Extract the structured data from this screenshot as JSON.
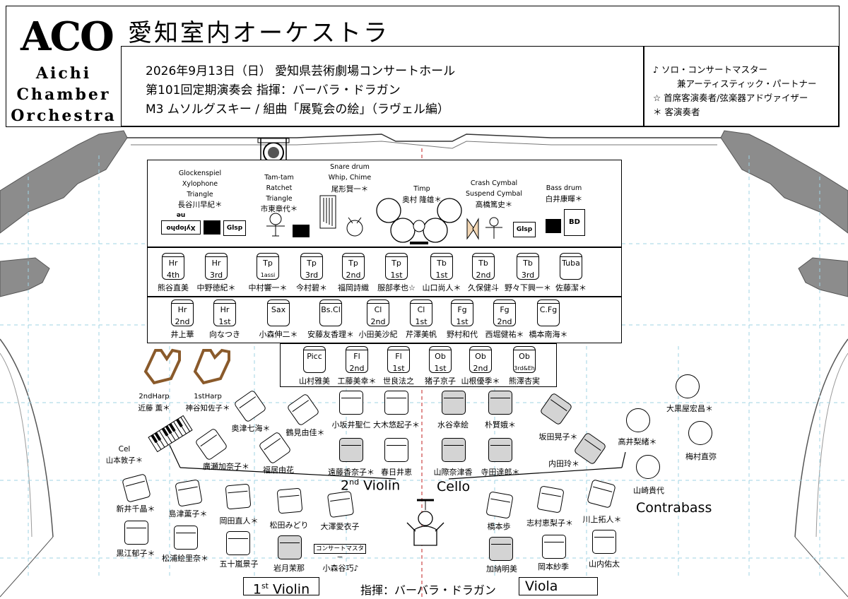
{
  "header": {
    "logo_mark": "ACO",
    "logo_lines": [
      "Aichi",
      "Chamber",
      "Orchestra"
    ],
    "title": "愛知室内オーケストラ",
    "info": [
      "2026年9月13日（日）  愛知県芸術劇場コンサートホール",
      "第101回定期演奏会  指揮：バーバラ・ドラガン",
      "M3 ムソルグスキー / 組曲「展覧会の絵」（ラヴェル編）"
    ],
    "legend": [
      "♪  ソロ・コンサートマスター",
      "兼アーティスティック・パートナー",
      "☆  首席客演奏者/弦楽器アドヴァイザー",
      "＊  客演奏者"
    ]
  },
  "percussion": [
    {
      "lines": [
        "Glockenspiel",
        "Xylophone",
        "Triangle"
      ],
      "name": "長谷川早紀＊"
    },
    {
      "lines": [
        "Tam-tam",
        "Ratchet",
        "Triangle"
      ],
      "name": "市東章代＊"
    },
    {
      "lines": [
        "Snare drum",
        "Whip, Chime"
      ],
      "name": "尾形賢一＊"
    },
    {
      "lines": [
        "Timp"
      ],
      "name": "奥村 隆雄＊"
    },
    {
      "lines": [
        "Crash Cymbal",
        "Suspend Cymbal"
      ],
      "name": "高橋篤史＊"
    },
    {
      "lines": [
        "Bass drum"
      ],
      "name": "白井康暉＊"
    }
  ],
  "perc_boxes": {
    "glsp1": "Glsp",
    "glsp2": "Glsp",
    "bd": "BD",
    "xylo": "Xylopho ne"
  },
  "brass": [
    {
      "part": [
        "Hr",
        "4th"
      ],
      "name": "熊谷直美"
    },
    {
      "part": [
        "Hr",
        "3rd"
      ],
      "name": "中野徳紀＊"
    },
    {
      "part": [
        "Tp",
        "1assi"
      ],
      "name": "中村響一＊"
    },
    {
      "part": [
        "Tp",
        "3rd"
      ],
      "name": "今村碧＊"
    },
    {
      "part": [
        "Tp",
        "2nd"
      ],
      "name": "福岡詩織"
    },
    {
      "part": [
        "Tp",
        "1st"
      ],
      "name": "服部孝也☆"
    },
    {
      "part": [
        "Tb",
        "1st"
      ],
      "name": "山口尚人＊"
    },
    {
      "part": [
        "Tb",
        "2nd"
      ],
      "name": "久保健斗"
    },
    {
      "part": [
        "Tb",
        "3rd"
      ],
      "name": "野々下興一＊"
    },
    {
      "part": [
        "Tuba",
        ""
      ],
      "name": "佐藤潔＊"
    }
  ],
  "winds2": [
    {
      "part": [
        "Hr",
        "2nd"
      ],
      "name": "井上華"
    },
    {
      "part": [
        "Hr",
        "1st"
      ],
      "name": "向なつき"
    },
    {
      "part": [
        "Sax",
        ""
      ],
      "name": "小森伸二＊"
    },
    {
      "part": [
        "Bs.Cl",
        ""
      ],
      "name": "安藤友香理＊"
    },
    {
      "part": [
        "Cl",
        "2nd"
      ],
      "name": "小田美沙紀"
    },
    {
      "part": [
        "Cl",
        "1st"
      ],
      "name": "芹澤美帆"
    },
    {
      "part": [
        "Fg",
        "1st"
      ],
      "name": "野村和代"
    },
    {
      "part": [
        "Fg",
        "2nd"
      ],
      "name": "西堀健祐＊"
    },
    {
      "part": [
        "C.Fg",
        ""
      ],
      "name": "橋本南海＊"
    }
  ],
  "winds1": [
    {
      "part": [
        "Picc",
        ""
      ],
      "name": "山村雅美"
    },
    {
      "part": [
        "Fl",
        "2nd"
      ],
      "name": "工藤美幸＊"
    },
    {
      "part": [
        "Fl",
        "1st"
      ],
      "name": "世良法之"
    },
    {
      "part": [
        "Ob",
        "1st"
      ],
      "name": "猪子京子"
    },
    {
      "part": [
        "Ob",
        "2nd"
      ],
      "name": "山根優季＊"
    },
    {
      "part": [
        "Ob",
        "3rd&Eh"
      ],
      "name": "熊澤杏実"
    }
  ],
  "harps": [
    {
      "part": "2ndHarp",
      "name": "近藤 薫＊"
    },
    {
      "part": "1stHarp",
      "name": "神谷知佐子＊"
    }
  ],
  "celesta": {
    "part": "Cel",
    "name": "山本敦子＊"
  },
  "second_violin": {
    "label_main": "2",
    "label_sup": "nd",
    "label_rest": " Violin",
    "players": [
      "奥津七海＊",
      "鶴見由佳＊",
      "廣瀬加奈子＊",
      "福居由花"
    ]
  },
  "first_violin": {
    "label_main": "1",
    "label_sup": "st",
    "label_rest": " Violin",
    "players": [
      "新井千晶＊",
      "島津薫子＊",
      "岡田直人＊",
      "松田みどり",
      "大澤愛衣子",
      "黒江郁子＊",
      "松浦絵里奈＊",
      "五十嵐景子",
      "岩月茉那",
      "小森谷巧♪"
    ],
    "concertmaster_label": "コンサートマスター"
  },
  "viola": {
    "label": "Viola",
    "players": [
      "小坂井聖仁",
      "大木悠起子＊",
      "遠藤香奈子＊",
      "春日井恵"
    ]
  },
  "cello": {
    "label": "Cello",
    "players": [
      "水谷幸絵",
      "朴賢娥＊",
      "山際奈津香",
      "寺田達郎＊",
      "坂田晃子＊",
      "内田玲＊"
    ]
  },
  "viola_front": {
    "players": [
      "橋本歩",
      "志村恵梨子＊",
      "川上拓人＊",
      "加納明美",
      "岡本紗季",
      "山内佑太"
    ]
  },
  "contrabass": {
    "label": "Contrabass",
    "players": [
      "大黒屋宏昌＊",
      "高井梨緒＊",
      "梅村直弥",
      "山崎貴代"
    ]
  },
  "conductor": {
    "label": "指揮：バーバラ・ドラガン"
  },
  "colors": {
    "harp": "#8a5a2b",
    "dash": "#9fd3e3",
    "gray_seat": "#d4d4d4",
    "wall": "#8c8c8c"
  }
}
